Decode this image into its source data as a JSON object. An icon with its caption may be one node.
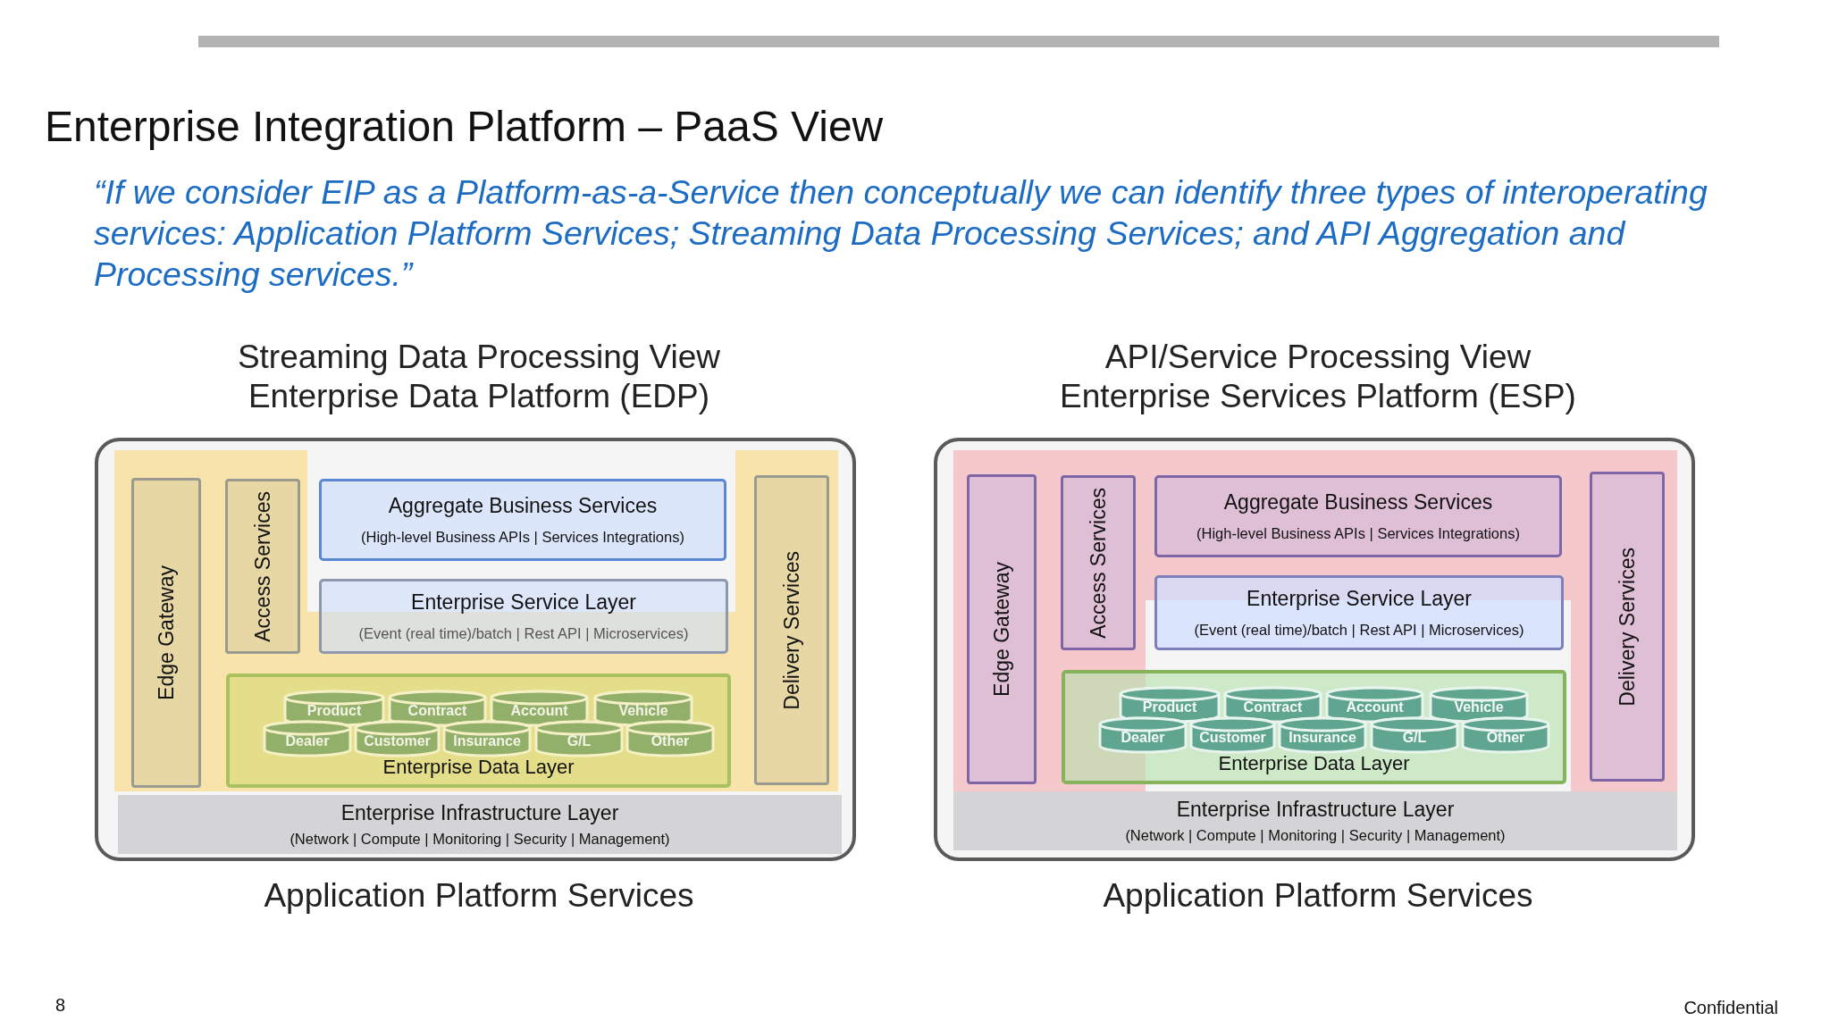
{
  "diagram": {
    "title": "Enterprise Integration Platform – PaaS View",
    "nodes": [
      {
        "text": [
          "Streaming Data Processing View",
          "Enterprise Data Platform (EDP)"
        ],
        "beside": [
          "Application Platform Services"
        ]
      },
      {
        "text": [
          "Edge Gateway"
        ],
        "in": 0
      },
      {
        "text": [
          "Access Services"
        ],
        "in": 0
      },
      {
        "text": [
          "Aggregate Business Services",
          "(High-level Business APIs | Services Integrations)"
        ],
        "in": 0
      },
      {
        "text": [
          "Enterprise Service Layer",
          "(Event (real time)/batch | Rest API | Microservices)"
        ],
        "in": 0
      },
      {
        "text": [
          "Delivery Services"
        ],
        "in": 0
      },
      {
        "text": [
          "Enterprise Data Layer"
        ],
        "in": 0
      },
      {
        "text": [
          "Product"
        ],
        "in": 6
      },
      {
        "text": [
          "Contract"
        ],
        "in": 6
      },
      {
        "text": [
          "Account"
        ],
        "in": 6
      },
      {
        "text": [
          "Vehicle"
        ],
        "in": 6
      },
      {
        "text": [
          "Dealer"
        ],
        "in": 6
      },
      {
        "text": [
          "Customer"
        ],
        "in": 6
      },
      {
        "text": [
          "Insurance"
        ],
        "in": 6
      },
      {
        "text": [
          "G/L"
        ],
        "in": 6
      },
      {
        "text": [
          "Other"
        ],
        "in": 6
      },
      {
        "text": [
          "Enterprise Infrastructure Layer",
          "(Network | Compute | Monitoring | Security | Management)"
        ],
        "in": 0
      },
      {
        "text": [
          "API/Service Processing View",
          "Enterprise Services Platform (ESP)"
        ],
        "beside": [
          "Application Platform Services"
        ]
      },
      {
        "text": [
          "Edge Gateway"
        ],
        "in": 17
      },
      {
        "text": [
          "Access Services"
        ],
        "in": 17
      },
      {
        "text": [
          "Aggregate Business Services",
          "(High-level Business APIs | Services Integrations)"
        ],
        "in": 17
      },
      {
        "text": [
          "Enterprise Service Layer",
          "(Event (real time)/batch | Rest API | Microservices)"
        ],
        "in": 17
      },
      {
        "text": [
          "Delivery Services"
        ],
        "in": 17
      },
      {
        "text": [
          "Enterprise Data Layer"
        ],
        "in": 17
      },
      {
        "text": [
          "Product"
        ],
        "in": 23
      },
      {
        "text": [
          "Contract"
        ],
        "in": 23
      },
      {
        "text": [
          "Account"
        ],
        "in": 23
      },
      {
        "text": [
          "Vehicle"
        ],
        "in": 23
      },
      {
        "text": [
          "Dealer"
        ],
        "in": 23
      },
      {
        "text": [
          "Customer"
        ],
        "in": 23
      },
      {
        "text": [
          "Insurance"
        ],
        "in": 23
      },
      {
        "text": [
          "G/L"
        ],
        "in": 23
      },
      {
        "text": [
          "Other"
        ],
        "in": 23
      },
      {
        "text": [
          "Enterprise Infrastructure Layer",
          "(Network | Compute | Monitoring | Security | Management)"
        ],
        "in": 17
      }
    ],
    "labels": [
      "“If we consider EIP as a Platform-as-a-Service then conceptually we can identify three types of interoperating services: Application Platform Services; Streaming Data Processing Services; and API Aggregation and Processing services.”",
      "8",
      "Confidential"
    ]
  }
}
